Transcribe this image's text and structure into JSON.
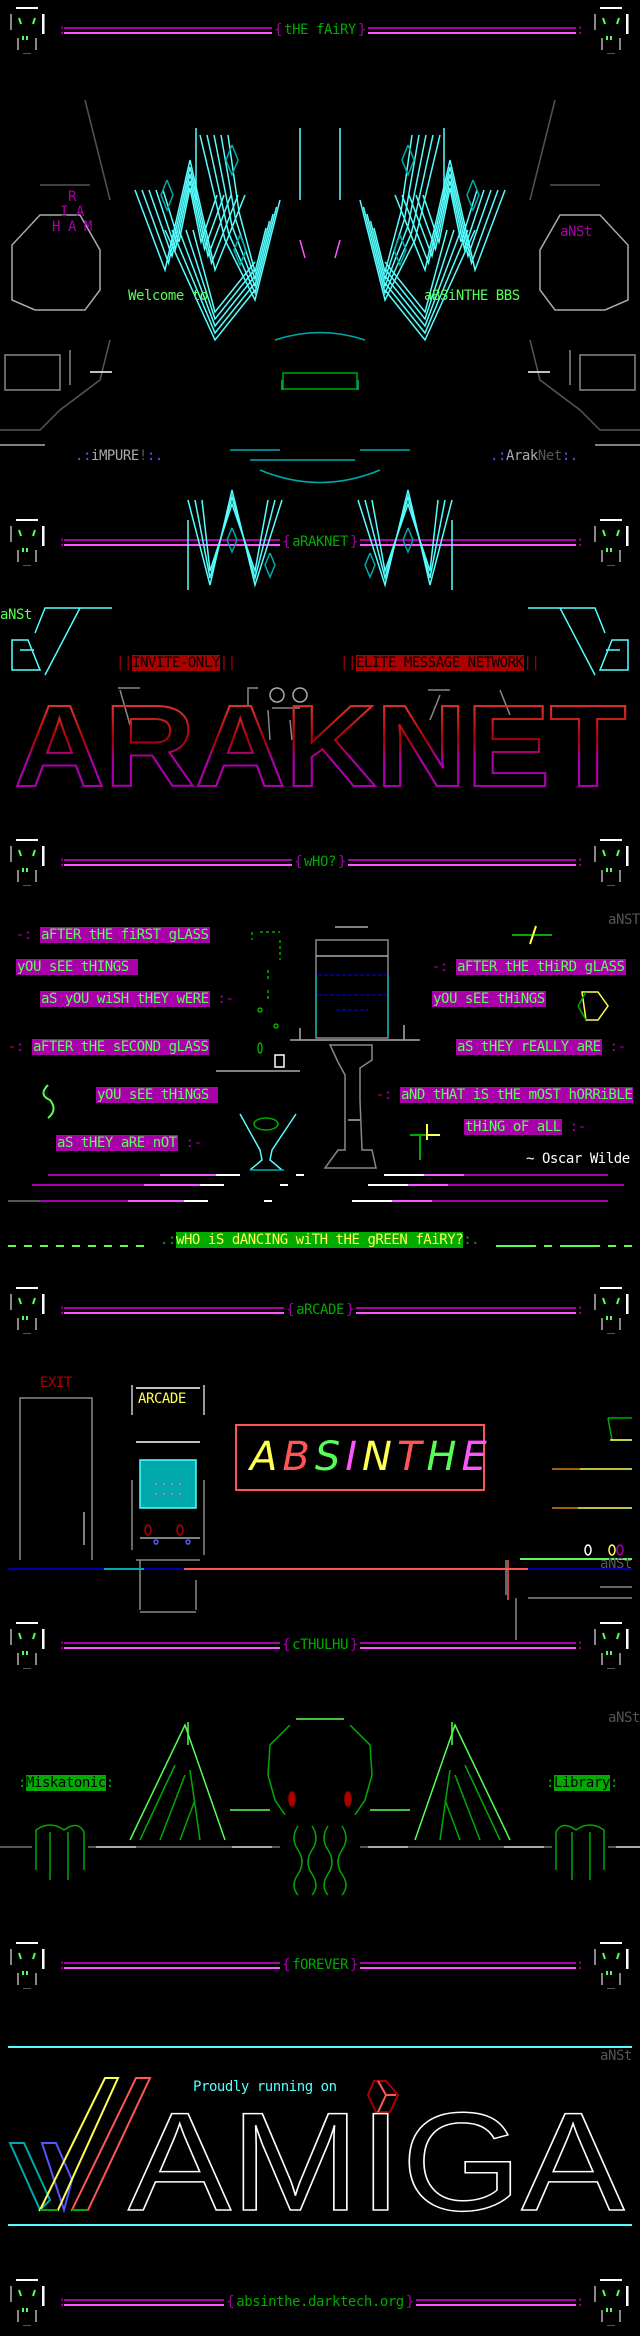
{
  "headers": {
    "fairy": "tHE fAiRY",
    "araknet": "aRAKNET",
    "who": "wHO?",
    "arcade": "aRCADE",
    "cthulhu": "cTHULHU",
    "forever": "fOREVER",
    "footer": "absinthe.darktech.org"
  },
  "fairy": {
    "group_tag": [
      "R",
      "I A",
      "H A M"
    ],
    "artist_tag": "aNSt",
    "welcome": "Welcome to",
    "bbs_name": "aBSiNTHE BBS",
    "left_group": "iMPURE",
    "right_group_a": "Arak",
    "right_group_b": "Net"
  },
  "araknet": {
    "artist_tag": "aNSt",
    "invite_only": "INVITE-ONLY",
    "elite": "ELITE MESSAGE NETWORK",
    "logo": "ARAKNET"
  },
  "quote": {
    "artist_tag": "aNST",
    "left": [
      {
        "pre": "-: ",
        "text": "aFTER tHE fiRST gLASS",
        "post": ""
      },
      {
        "pre": "",
        "text": "yOU sEE tHINGS ",
        "post": ""
      },
      {
        "pre": "",
        "text": "aS yOU wiSH tHEY wERE",
        "post": " :-"
      },
      {
        "pre": "-: ",
        "text": "aFTER tHE sECOND gLASS",
        "post": ""
      },
      {
        "pre": "",
        "text": "yOU sEE tHiNGS ",
        "post": ""
      },
      {
        "pre": "",
        "text": "aS tHEY aRE nOT",
        "post": " :-"
      }
    ],
    "right": [
      {
        "pre": "-: ",
        "text": "aFTER tHE tHiRD gLASS",
        "post": ""
      },
      {
        "pre": "",
        "text": "yOU sEE tHiNGS",
        "post": ""
      },
      {
        "pre": "",
        "text": "aS tHEY rEALLY aRE",
        "post": " :-"
      },
      {
        "pre": "-: ",
        "text": "aND tHAT iS tHE mOST hORRiBLE",
        "post": ""
      },
      {
        "pre": "",
        "text": "tHiNG oF aLL",
        "post": " :-"
      }
    ],
    "attribution": "~ Oscar Wilde",
    "banner": "wHO iS dANCING wiTH tHE gREEN fAiRY?"
  },
  "arcade": {
    "exit": "EXIT",
    "cabinet_label": "ARCADE",
    "sign": "ABSINTHE",
    "sign_colors": [
      "#ffff55",
      "#ff5555",
      "#55ff55",
      "#ff55ff",
      "#ffff55",
      "#ff5555",
      "#55ff55",
      "#ff55ff"
    ],
    "artist_tag": "aNSt"
  },
  "cthulhu": {
    "left_label": "Miskatonic",
    "right_label": "Library",
    "artist_tag": "aNSt"
  },
  "amiga": {
    "artist_tag": "aNSt",
    "tagline": "Proudly running on",
    "logo": "AMIGA"
  },
  "colors": {
    "background": "#000000",
    "bar_magenta": "#aa00aa",
    "bar_pink": "#ff55ff",
    "title_green": "#00aa00",
    "quote_box": "#aa00aa",
    "quote_text": "#55ff55",
    "wing_cyan": "#55ffff"
  }
}
